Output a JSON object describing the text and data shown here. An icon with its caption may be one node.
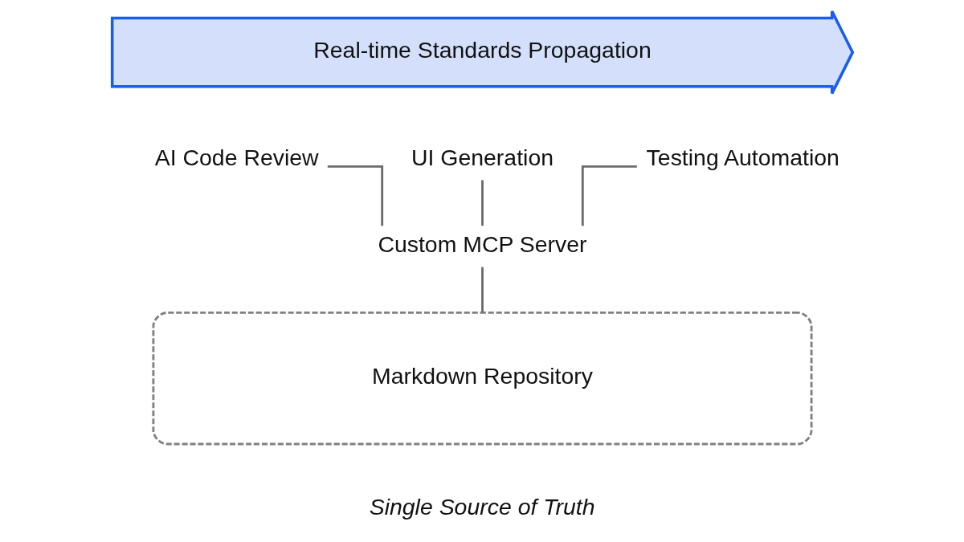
{
  "diagram": {
    "nodes": [
      {
        "text": [
          "Real-time Standards Propagation"
        ]
      },
      {
        "text": [
          "AI Code Review"
        ]
      },
      {
        "text": [
          "UI Generation"
        ]
      },
      {
        "text": [
          "Testing Automation"
        ]
      },
      {
        "text": [
          "Custom MCP Server"
        ]
      },
      {
        "text": [
          "Markdown Repository"
        ],
        "beside": [
          "Single Source of Truth"
        ]
      }
    ],
    "edges": [
      {
        "from": 1,
        "to": 4,
        "arrow": "none"
      },
      {
        "from": 2,
        "to": 4,
        "arrow": "none"
      },
      {
        "from": 3,
        "to": 4,
        "arrow": "none"
      },
      {
        "from": 4,
        "to": 5,
        "arrow": "none"
      }
    ]
  }
}
